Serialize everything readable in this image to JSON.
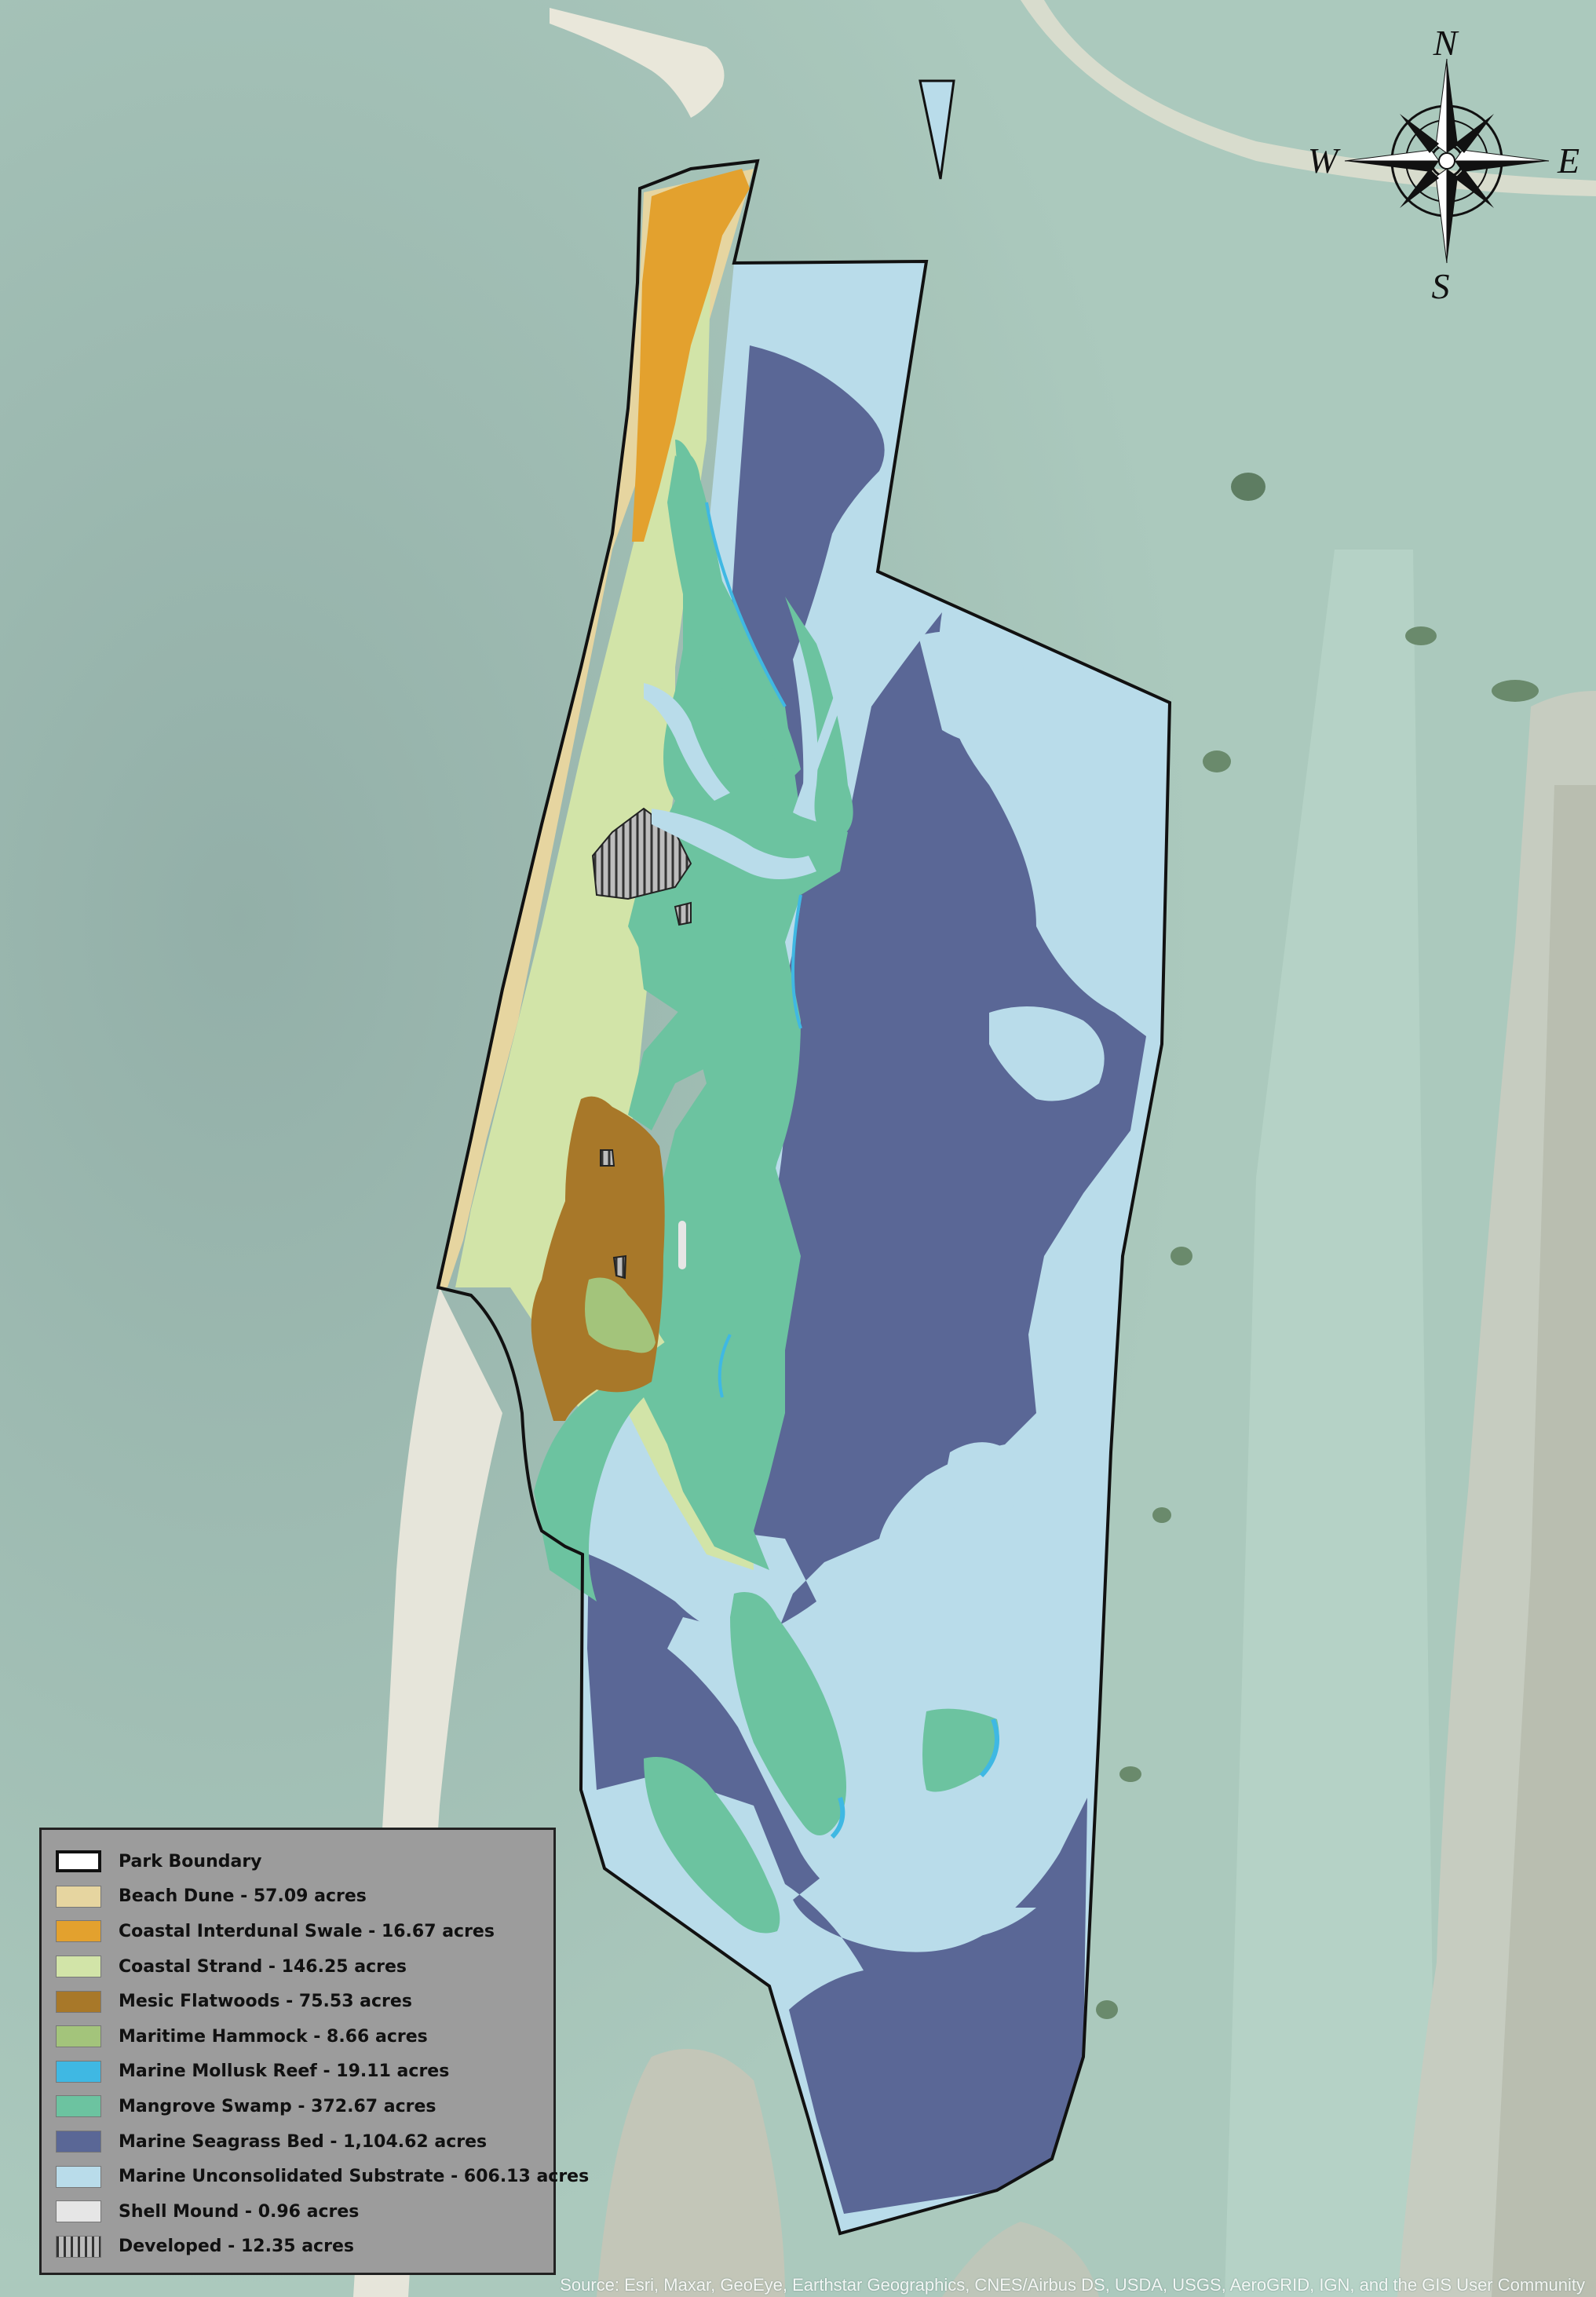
{
  "legend": {
    "items": [
      {
        "label": "Park Boundary",
        "color": "#ffffff",
        "style": "outline"
      },
      {
        "label": "Beach Dune - 57.09 acres",
        "color": "#e6d5a0",
        "style": "fill"
      },
      {
        "label": "Coastal Interdunal Swale - 16.67 acres",
        "color": "#e3a12e",
        "style": "fill"
      },
      {
        "label": "Coastal Strand - 146.25 acres",
        "color": "#d2e4a8",
        "style": "fill"
      },
      {
        "label": "Mesic Flatwoods - 75.53 acres",
        "color": "#a87829",
        "style": "fill"
      },
      {
        "label": "Maritime Hammock - 8.66 acres",
        "color": "#a3c47b",
        "style": "fill"
      },
      {
        "label": "Marine Mollusk Reef - 19.11 acres",
        "color": "#3fb8e3",
        "style": "fill"
      },
      {
        "label": "Mangrove Swamp - 372.67 acres",
        "color": "#6cc3a0",
        "style": "fill"
      },
      {
        "label": "Marine Seagrass Bed - 1,104.62 acres",
        "color": "#5a6796",
        "style": "fill"
      },
      {
        "label": "Marine Unconsolidated Substrate - 606.13 acres",
        "color": "#b9dcea",
        "style": "fill"
      },
      {
        "label": "Shell Mound - 0.96 acres",
        "color": "#e6e6e6",
        "style": "fill"
      },
      {
        "label": "Developed - 12.35 acres",
        "color": "#bbbbbb",
        "style": "hatch"
      }
    ]
  },
  "compass": {
    "n": "N",
    "s": "S",
    "e": "E",
    "w": "W"
  },
  "source_text": "Source: Esri, Maxar, GeoEye, Earthstar Geographics, CNES/Airbus DS, USDA, USGS, AeroGRID, IGN, and the GIS User Community",
  "colors": {
    "water": "#a9c7bc",
    "land": "#e9ebe2",
    "boundary": "#111111"
  }
}
